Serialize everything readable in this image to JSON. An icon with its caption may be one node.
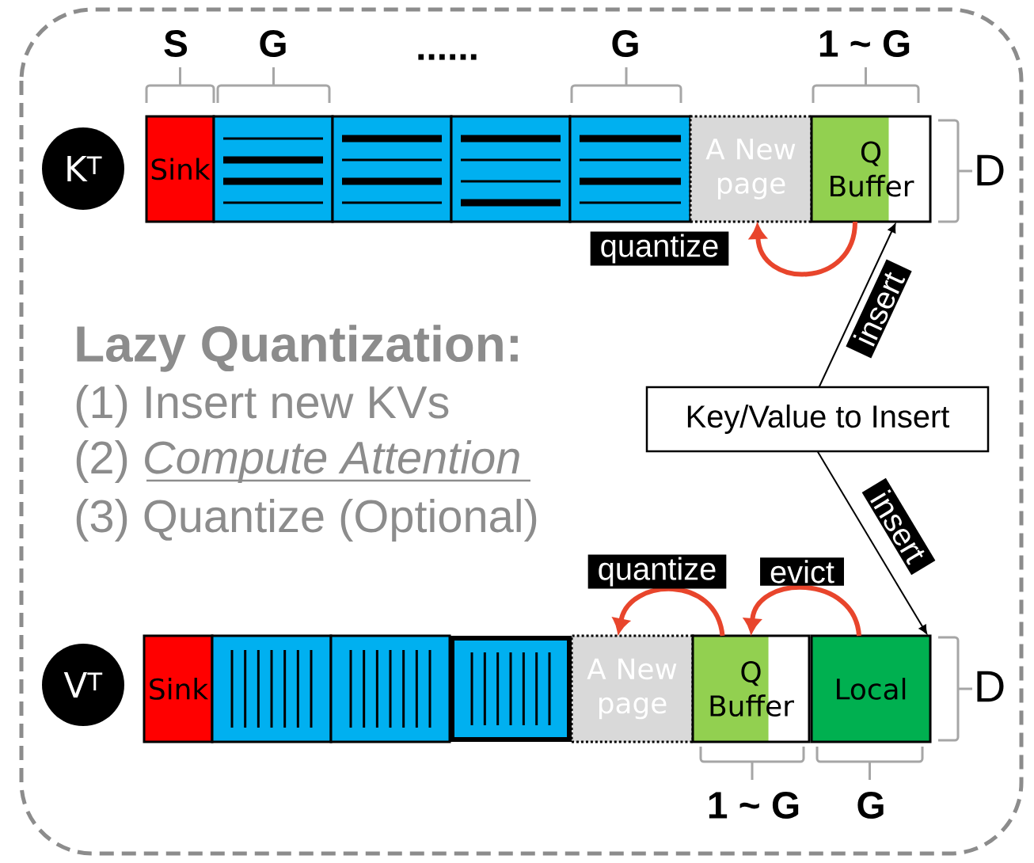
{
  "diagram": {
    "nodes": [
      {
        "text": [
          "K$^{T}$"
        ]
      },
      {
        "text": [
          "Sink"
        ]
      },
      {
        "text": [],
        "shape": "box"
      },
      {
        "text": [],
        "shape": "box"
      },
      {
        "text": [],
        "shape": "box"
      },
      {
        "text": [],
        "shape": "box"
      },
      {
        "text": [
          "A New page"
        ]
      },
      {
        "text": [
          "Q Buffer"
        ]
      },
      {
        "text": [
          "V$^{T}$"
        ]
      },
      {
        "text": [
          "Sink"
        ]
      },
      {
        "text": [],
        "shape": "box"
      },
      {
        "text": [],
        "shape": "box"
      },
      {
        "text": [],
        "shape": "box"
      },
      {
        "text": [
          "A New page"
        ]
      },
      {
        "text": [
          "Q Buffer"
        ]
      },
      {
        "text": [
          "Local"
        ]
      },
      {
        "text": [
          "Key/Value to Insert"
        ]
      }
    ],
    "edges": [
      {
        "from": 16,
        "to": 7,
        "arrow": "to",
        "label": "insert",
        "color": "#000000"
      },
      {
        "from": 16,
        "to": 15,
        "arrow": "to",
        "label": "insert",
        "color": "#000000"
      },
      {
        "from": 7,
        "to": 6,
        "arrow": "to",
        "label": "quantize"
      },
      {
        "from": 14,
        "to": 13,
        "arrow": "to",
        "label": "quantize"
      },
      {
        "from": 15,
        "to": 14,
        "arrow": "to",
        "label": "evict"
      }
    ],
    "labels": [
      "S",
      "G",
      "......",
      "G",
      "1 ~ G",
      "D",
      "Lazy Quantization:",
      "(1) Insert new KVs",
      "(2) *Compute Attention*",
      "(3) Quantize (Optional)",
      "D",
      "1 ~ G",
      "G"
    ]
  }
}
